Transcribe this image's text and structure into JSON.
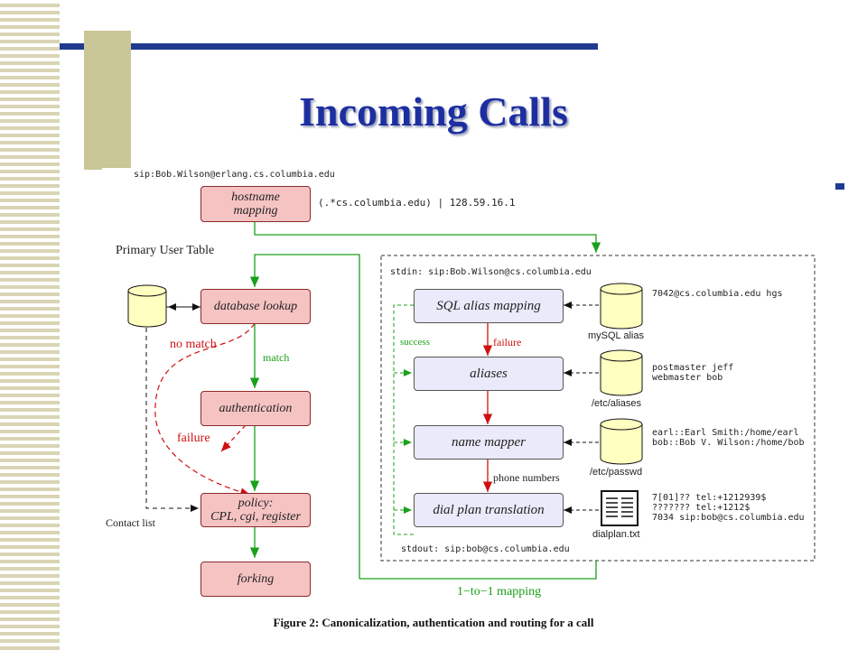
{
  "slide": {
    "title": "Incoming Calls"
  },
  "diagram": {
    "sip_uri": "sip:Bob.Wilson@erlang.cs.columbia.edu",
    "hostname_mapping": "hostname mapping",
    "hostname_rule": "(.*cs.columbia.edu) | 128.59.16.1",
    "primary_user_table": "Primary User Table",
    "database_lookup": "database lookup",
    "no_match": "no match",
    "match": "match",
    "authentication": "authentication",
    "failure_left": "failure",
    "policy_line1": "policy:",
    "policy_line2": "CPL, cgi, register",
    "contact_list": "Contact list",
    "forking": "forking",
    "stdin": "stdin: sip:Bob.Wilson@cs.columbia.edu",
    "sql_alias_mapping": "SQL alias mapping",
    "success": "success",
    "failure_right": "failure",
    "aliases": "aliases",
    "name_mapper": "name mapper",
    "phone_numbers": "phone numbers",
    "dial_plan_translation": "dial plan translation",
    "stdout": "stdout: sip:bob@cs.columbia.edu",
    "one_to_one": "1−to−1 mapping",
    "mysql_alias": "mySQL alias",
    "mysql_entry": "7042@cs.columbia.edu hgs",
    "etc_aliases": "/etc/aliases",
    "aliases_entry1": "postmaster jeff",
    "aliases_entry2": "webmaster bob",
    "etc_passwd": "/etc/passwd",
    "passwd_entry1": "earl::Earl Smith:/home/earl",
    "passwd_entry2": "bob::Bob V. Wilson:/home/bob",
    "dialplan": "dialplan.txt",
    "dialplan_entry1": "7[01]?? tel:+1212939$",
    "dialplan_entry2": "??????? tel:+1212$",
    "dialplan_entry3": "7034 sip:bob@cs.columbia.edu",
    "caption": "Figure 2: Canonicalization, authentication and routing for a call"
  },
  "colors": {
    "title": "#1d2fa0",
    "box_fill": "#f6c3c3",
    "inner_box_fill": "#eaeafa",
    "db_fill": "#ffffc0",
    "green": "#1aa01a",
    "red": "#d01010"
  }
}
